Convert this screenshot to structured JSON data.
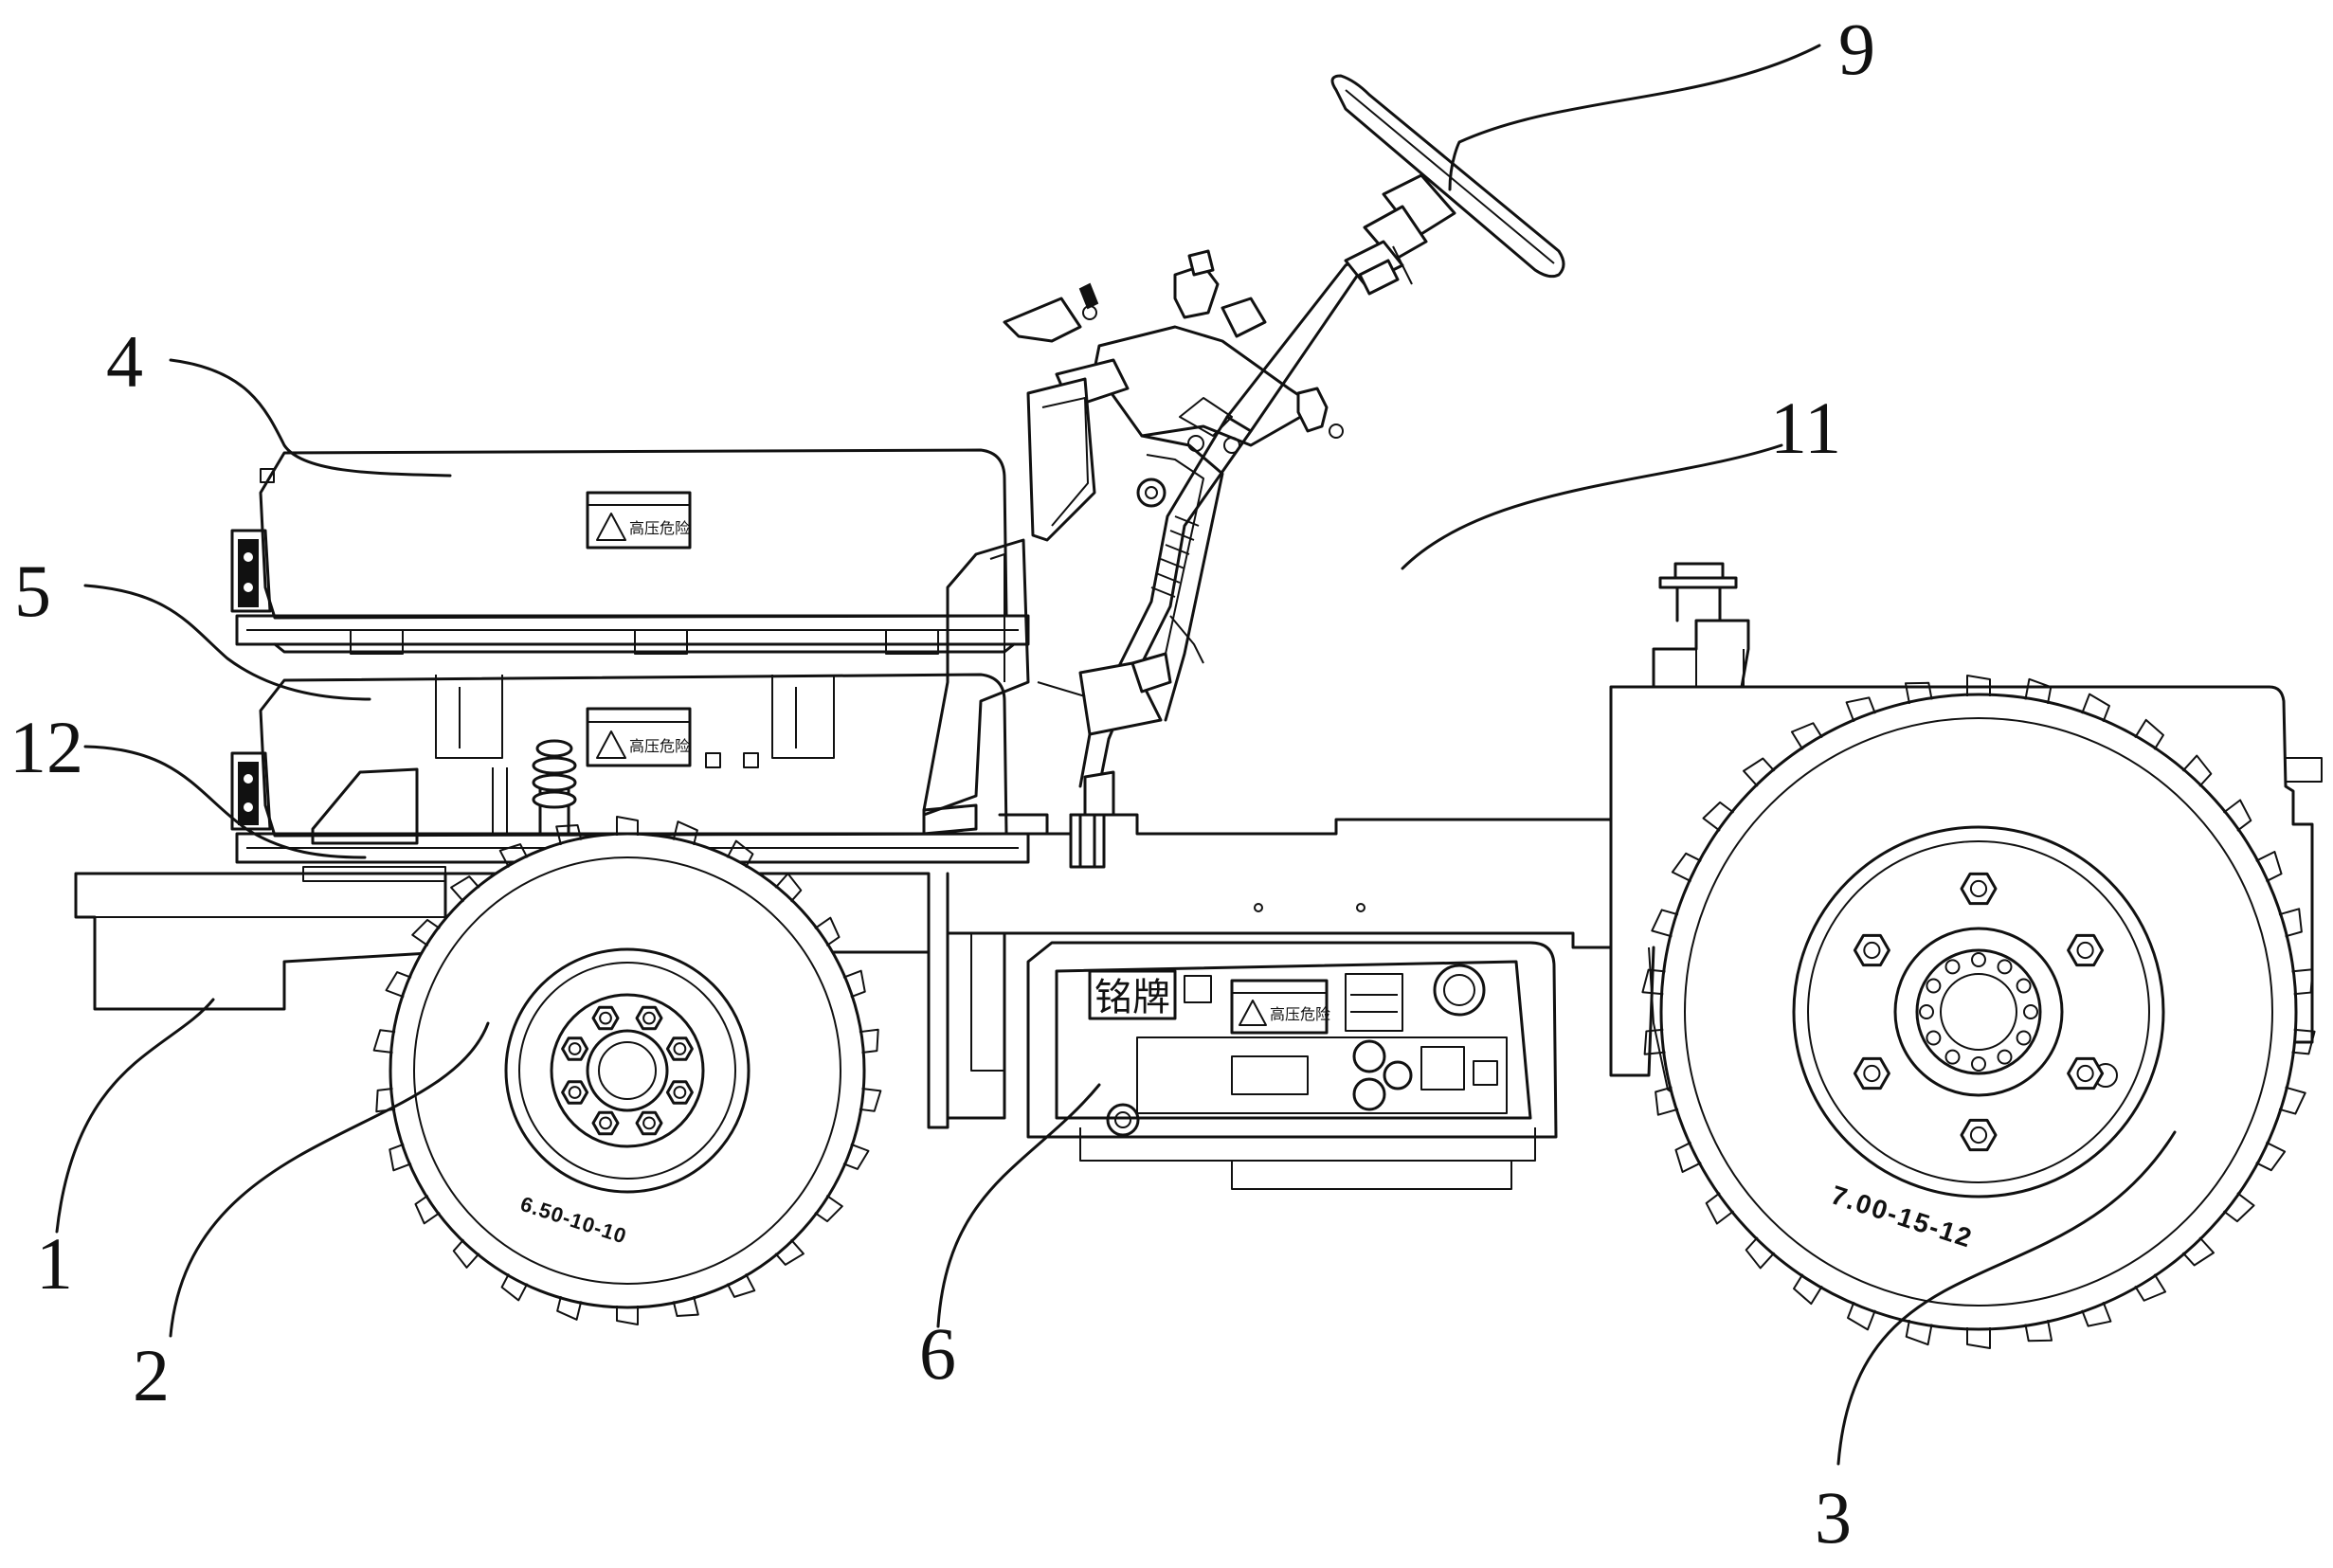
{
  "callouts": {
    "c1": "1",
    "c2": "2",
    "c3": "3",
    "c4": "4",
    "c5": "5",
    "c6": "6",
    "c9": "9",
    "c11": "11",
    "c12": "12"
  },
  "labels": {
    "front_tire_size": "6.50-10-10",
    "rear_tire_size": "7.00-15-12",
    "nameplate": "铭牌",
    "hv_warning_upper": "高压危险",
    "hv_warning_lower": "高压危险",
    "hv_warning_controller": "高压危险"
  }
}
